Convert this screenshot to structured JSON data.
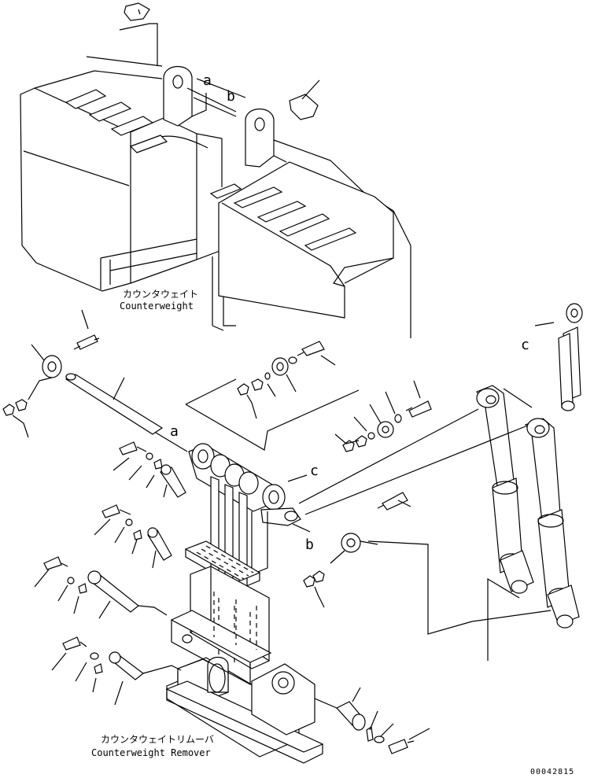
{
  "labels": {
    "counterweight_jp": "カウンタウェイト",
    "counterweight_en": "Counterweight",
    "remover_jp": "カウンタウェイトリムーバ",
    "remover_en": "Counterweight Remover",
    "ref_a_top": "a",
    "ref_b_top": "b",
    "ref_c_top": "c",
    "ref_a_mid": "a",
    "ref_c_mid": "c",
    "ref_b_mid": "b",
    "drawing_number": "00042815"
  }
}
